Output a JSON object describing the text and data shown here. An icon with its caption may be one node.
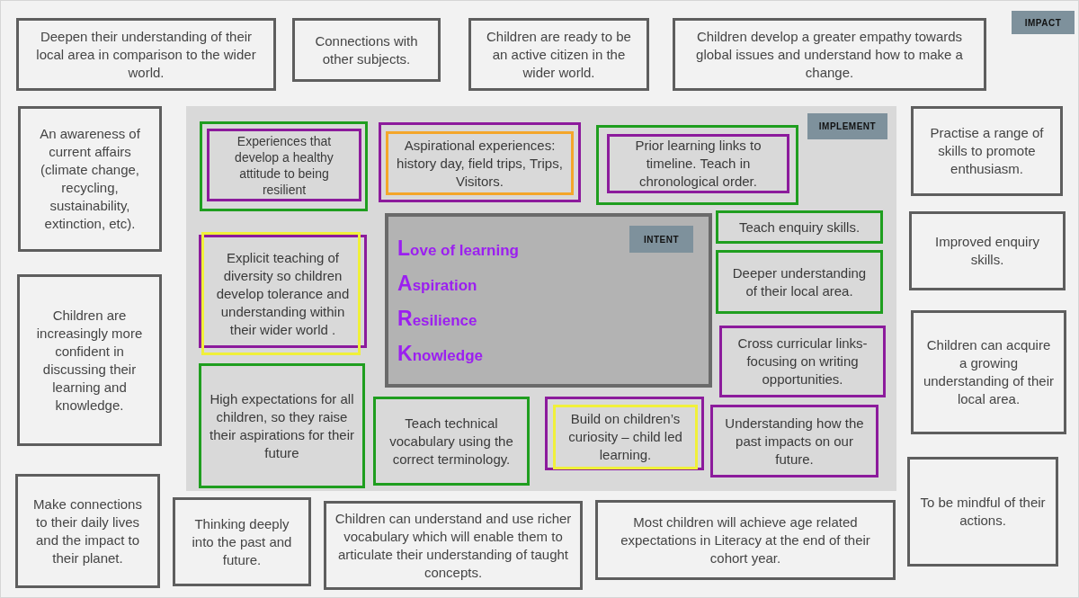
{
  "diagram": {
    "nodes": [
      {
        "text": [
          "Deepen their understanding of their local area in comparison to the wider world."
        ]
      },
      {
        "text": [
          "Connections with other subjects."
        ]
      },
      {
        "text": [
          "Children are ready to be an active citizen in the wider world."
        ]
      },
      {
        "text": [
          "Children develop a greater empathy towards global issues and understand how to make a change."
        ]
      },
      {
        "text": [
          "IMPACT"
        ]
      },
      {
        "text": [
          "An awareness of current affairs (climate change, recycling, sustainability, extinction, etc)."
        ]
      },
      {
        "text": [],
        "shape": "box"
      },
      {
        "text": [],
        "shape": "box",
        "in": 6
      },
      {
        "text": [
          "Experiences that develop a healthy attitude to being resilient"
        ],
        "in": 7
      },
      {
        "text": [],
        "shape": "box",
        "in": 6
      },
      {
        "text": [
          "Aspirational experiences: history day, field trips, Trips, Visitors."
        ],
        "in": 9
      },
      {
        "text": [],
        "shape": "box",
        "in": 6
      },
      {
        "text": [
          "Prior learning links to timeline. Teach in chronological order."
        ],
        "in": 11
      },
      {
        "text": [
          "IMPLEMENT"
        ],
        "in": 6
      },
      {
        "text": [
          "Practise a range of skills to promote enthusiasm."
        ]
      },
      {
        "text": [
          "Explicit teaching of diversity so children develop tolerance and understanding within their wider world ."
        ],
        "in": 6
      },
      {
        "text": [
          "Love of learning",
          "Aspiration",
          "Resilience",
          "Knowledge"
        ],
        "in": 6
      },
      {
        "text": [
          "INTENT"
        ],
        "in": 16
      },
      {
        "text": [
          "Teach enquiry skills."
        ],
        "in": 6
      },
      {
        "text": [
          "Deeper understanding of their local area."
        ],
        "in": 6
      },
      {
        "text": [
          "Improved enquiry skills."
        ]
      },
      {
        "text": [
          "Children are increasingly more confident in discussing their learning and knowledge."
        ]
      },
      {
        "text": [
          "Cross curricular links- focusing on writing opportunities."
        ],
        "in": 6
      },
      {
        "text": [
          "Children can acquire a growing understanding of their local area."
        ]
      },
      {
        "text": [
          "High expectations for all children, so they raise their aspirations for their future"
        ],
        "in": 6
      },
      {
        "text": [
          "Teach technical vocabulary using the correct terminology."
        ],
        "in": 6
      },
      {
        "text": [],
        "shape": "box",
        "in": 6
      },
      {
        "text": [
          "Build on children’s curiosity – child led learning."
        ],
        "in": 26
      },
      {
        "text": [
          "Understanding how the past impacts on our future."
        ],
        "in": 6
      },
      {
        "text": [
          "To be mindful of their actions."
        ]
      },
      {
        "text": [
          "Make connections to their daily lives and the impact to their planet."
        ]
      },
      {
        "text": [
          "Thinking deeply into the past and future."
        ]
      },
      {
        "text": [
          "Children can understand and use richer vocabulary which will enable them to articulate their understanding of taught concepts."
        ]
      },
      {
        "text": [
          "Most children will achieve age related expectations in Literacy at the end of their cohort year."
        ]
      }
    ]
  }
}
